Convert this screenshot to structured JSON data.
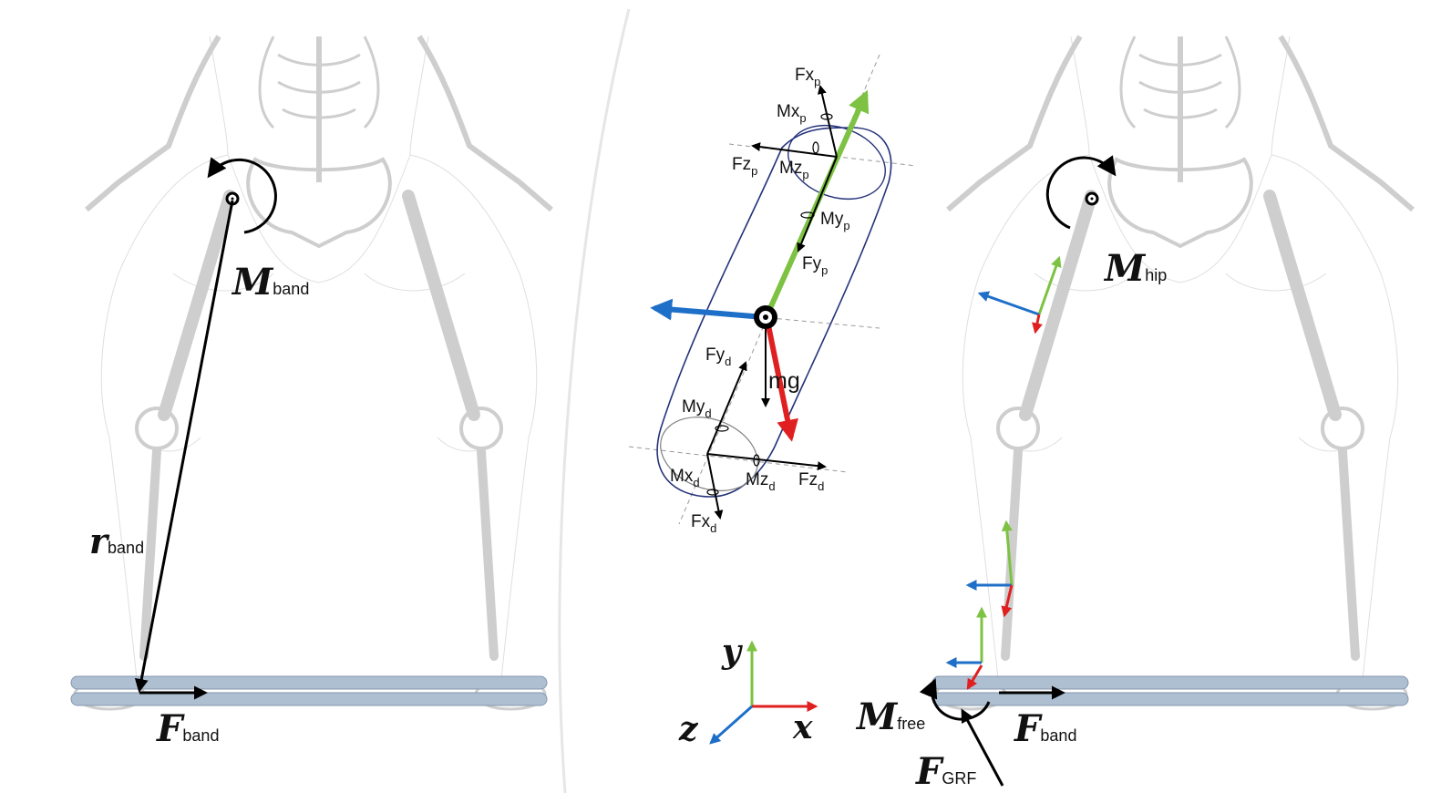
{
  "colors": {
    "force_black": "#000000",
    "x_axis": "#e02020",
    "y_axis": "#7dc243",
    "z_axis": "#1e6fc8",
    "band": "#aebfd2",
    "segment_outline": "#26337a",
    "skeleton": "#c9c9c9"
  },
  "left_panel": {
    "moment": {
      "main": "M",
      "sub": "band"
    },
    "lever_arm": {
      "main": "r",
      "sub": "band"
    },
    "force": {
      "main": "F",
      "sub": "band"
    }
  },
  "free_body": {
    "proximal": {
      "fx": {
        "main": "Fx",
        "sub": "p"
      },
      "mx": {
        "main": "Mx",
        "sub": "p"
      },
      "fz": {
        "main": "Fz",
        "sub": "p"
      },
      "mz": {
        "main": "Mz",
        "sub": "p"
      },
      "my": {
        "main": "My",
        "sub": "p"
      },
      "fy": {
        "main": "Fy",
        "sub": "p"
      }
    },
    "distal": {
      "fy": {
        "main": "Fy",
        "sub": "d"
      },
      "my": {
        "main": "My",
        "sub": "d"
      },
      "mx": {
        "main": "Mx",
        "sub": "d"
      },
      "mz": {
        "main": "Mz",
        "sub": "d"
      },
      "fz": {
        "main": "Fz",
        "sub": "d"
      },
      "fx": {
        "main": "Fx",
        "sub": "d"
      }
    },
    "weight": "mg"
  },
  "axes": {
    "x": "x",
    "y": "y",
    "z": "z"
  },
  "right_panel": {
    "hip_moment": {
      "main": "M",
      "sub": "hip"
    },
    "free_moment": {
      "main": "M",
      "sub": "free"
    },
    "band_force": {
      "main": "F",
      "sub": "band"
    },
    "ground_force": {
      "main": "F",
      "sub": "GRF"
    }
  },
  "icons": [
    "moment-arrow-icon",
    "joint-center-icon",
    "center-of-mass-icon"
  ]
}
